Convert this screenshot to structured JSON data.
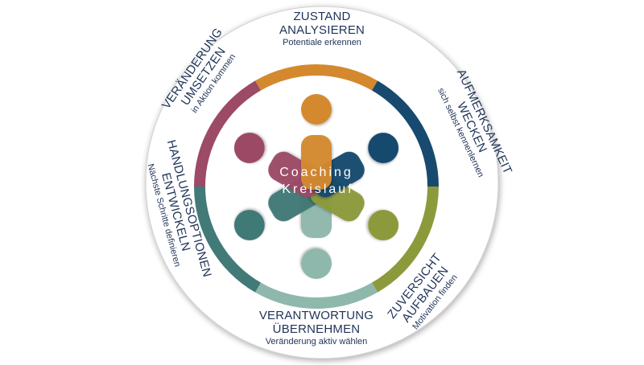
{
  "center": {
    "line1": "Coaching",
    "line2": "Kreislauf"
  },
  "colors": {
    "orange": "#d4892f",
    "navy": "#174a6e",
    "olive": "#8c9a3b",
    "sage": "#8fb8ad",
    "teal": "#417a76",
    "berry": "#9c4a66"
  },
  "steps": [
    {
      "title1": "ZUSTAND",
      "title2": "ANALYSIEREN",
      "subtitle": "Potentiale erkennen",
      "color": "orange"
    },
    {
      "title1": "AUFMERKSAMKEIT",
      "title2": "WECKEN",
      "subtitle": "sich selbst kennenlernen",
      "color": "navy"
    },
    {
      "title1": "ZUVERSICHT",
      "title2": "AUFBAUEN",
      "subtitle": "Motivation finden",
      "color": "olive"
    },
    {
      "title1": "VERANTWORTUNG",
      "title2": "ÜBERNEHMEN",
      "subtitle": "Veränderung aktiv wählen",
      "color": "sage"
    },
    {
      "title1": "HANDLUNGSOPTIONEN",
      "title2": "ENTWICKELN",
      "subtitle": "Nächste Schritte definieren",
      "color": "teal"
    },
    {
      "title1": "VERÄNDERUNG",
      "title2": "UMSETZEN",
      "subtitle": "in Aktion kommen",
      "color": "berry"
    }
  ]
}
